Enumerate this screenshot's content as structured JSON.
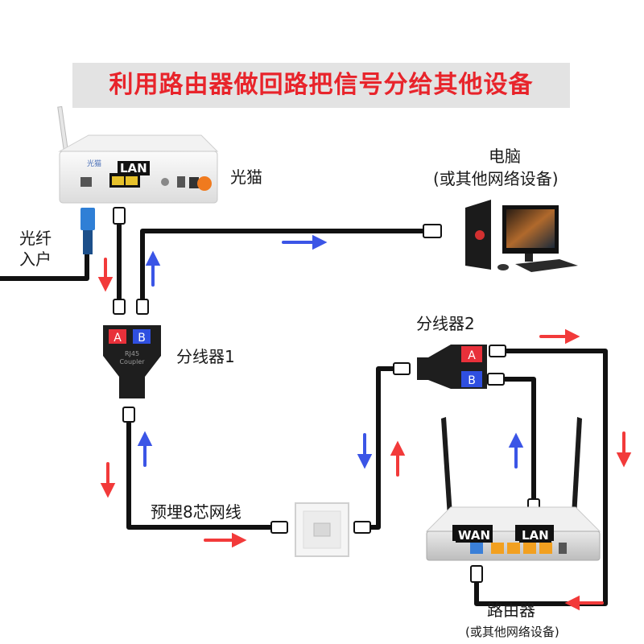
{
  "title": "利用路由器做回路把信号分给其他设备",
  "labels": {
    "modem": "光猫",
    "fiber_line1": "光纤",
    "fiber_line2": "入户",
    "pc_line1": "电脑",
    "pc_line2": "(或其他网络设备)",
    "splitter1": "分线器1",
    "splitter2": "分线器2",
    "cable": "预埋8芯网线",
    "router": "路由器",
    "router_sub": "(或其他网络设备)"
  },
  "ports": {
    "modem_lan": "LAN",
    "router_wan": "WAN",
    "router_lan": "LAN",
    "port_a": "A",
    "port_b": "B",
    "coupler_line1": "RJ45",
    "coupler_line2": "Coupler"
  },
  "colors": {
    "title": "#e8242b",
    "cable": "#111111",
    "arrow_red": "#f23a3a",
    "arrow_blue": "#3b55e6",
    "port_a": "#e8303a",
    "port_b": "#2f4fe0"
  },
  "icons": {
    "optical_modem": "optical-modem-icon",
    "computer": "desktop-computer-icon",
    "splitter": "rj45-splitter-icon",
    "wall_socket": "wall-socket-icon",
    "router": "wifi-router-icon"
  }
}
